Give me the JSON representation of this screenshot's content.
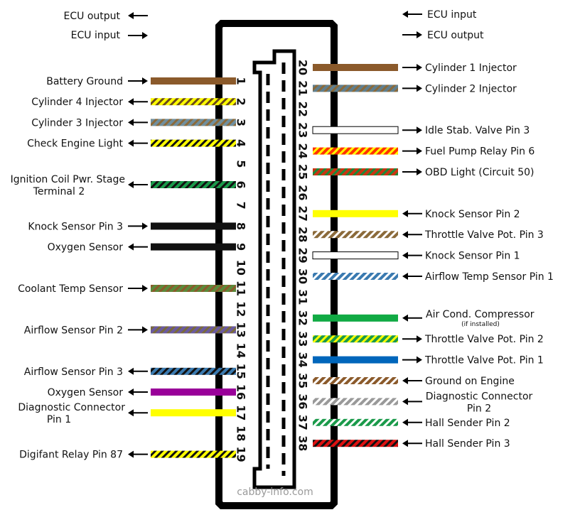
{
  "legend": {
    "left_output": "ECU output",
    "left_input": "ECU input",
    "right_input": "ECU input",
    "right_output": "ECU output"
  },
  "watermark": "cabby-info.com",
  "colors": {
    "brown": "#8b5a2b",
    "black": "#111111",
    "yellow": "#ffff00",
    "grayblue": "#5f7f8f",
    "green": "#1a9a4a",
    "olive_green": "#5a8a3a",
    "purple": "#990099",
    "blue": "#0066bb",
    "red": "#dd1111",
    "orange": "#ff6600",
    "tan": "#8b6a3a",
    "white": "#ffffff",
    "gray": "#999999"
  },
  "left_pins": [
    {
      "pin": "1",
      "label": "Battery Ground",
      "dir": "in",
      "color": "#8b5a2b",
      "stripe": null
    },
    {
      "pin": "2",
      "label": "Cylinder 4 Injector",
      "dir": "out",
      "color": "#ffff00",
      "stripe": "#6b4a1a"
    },
    {
      "pin": "3",
      "label": "Cylinder 3 Injector",
      "dir": "out",
      "color": "#6f8f9f",
      "stripe": "#8b6a3a"
    },
    {
      "pin": "4",
      "label": "Check Engine Light",
      "dir": "out",
      "color": "#ffff00",
      "stripe": "#111111"
    },
    {
      "pin": "6",
      "label": "Ignition Coil Pwr. Stage",
      "label2": "Terminal 2",
      "dir": "out",
      "color": "#1a9a4a",
      "stripe": "#111111"
    },
    {
      "pin": "8",
      "label": "Knock Sensor Pin 3",
      "dir": "in",
      "color": "#111111",
      "stripe": null
    },
    {
      "pin": "9",
      "label": "Oxygen Sensor",
      "dir": "out",
      "color": "#111111",
      "stripe": null
    },
    {
      "pin": "11",
      "label": "Coolant Temp Sensor",
      "dir": "in",
      "color": "#5a8a3a",
      "stripe": "#8b5a2b"
    },
    {
      "pin": "13",
      "label": "Airflow Sensor Pin 2",
      "dir": "in",
      "color": "#6a5aa0",
      "stripe": "#7a6a3a"
    },
    {
      "pin": "15",
      "label": "Airflow Sensor Pin 3",
      "dir": "out",
      "color": "#3a7ab0",
      "stripe": "#111111"
    },
    {
      "pin": "16",
      "label": "Oxygen Sensor",
      "dir": "out",
      "color": "#990099",
      "stripe": null
    },
    {
      "pin": "17",
      "label": "Diagnostic Connector",
      "label2": "Pin 1",
      "dir": "out",
      "color": "#ffff00",
      "stripe": null
    },
    {
      "pin": "19",
      "label": "Digifant Relay Pin 87",
      "dir": "out",
      "color": "#ffff00",
      "stripe": "#111111"
    }
  ],
  "left_numbers": [
    "1",
    "2",
    "3",
    "4",
    "5",
    "6",
    "7",
    "8",
    "9",
    "10",
    "11",
    "12",
    "13",
    "14",
    "15",
    "16",
    "17",
    "18",
    "19"
  ],
  "right_numbers": [
    "20",
    "21",
    "22",
    "23",
    "24",
    "25",
    "26",
    "27",
    "28",
    "29",
    "30",
    "31",
    "32",
    "33",
    "34",
    "35",
    "36",
    "37",
    "38"
  ],
  "right_pins": [
    {
      "pin": "20",
      "label": "Cylinder 1 Injector",
      "dir": "out",
      "color": "#8b5a2b",
      "stripe": null
    },
    {
      "pin": "21",
      "label": "Cylinder 2 Injector",
      "dir": "out",
      "color": "#5f7f8f",
      "stripe": "#8b6a3a"
    },
    {
      "pin": "23",
      "label": "Idle Stab. Valve Pin 3",
      "dir": "out",
      "color": "#ffffff",
      "stripe": null
    },
    {
      "pin": "24",
      "label": "Fuel Pump Relay Pin 6",
      "dir": "out",
      "color": "#ff3300",
      "stripe": "#ffff00"
    },
    {
      "pin": "25",
      "label": "OBD Light (Circuit 50)",
      "dir": "out",
      "color": "#cc3311",
      "stripe": "#1a8a3a"
    },
    {
      "pin": "27",
      "label": "Knock Sensor Pin 2",
      "dir": "in",
      "color": "#ffff00",
      "stripe": null
    },
    {
      "pin": "28",
      "label": "Throttle Valve Pot. Pin 3",
      "dir": "in",
      "color": "#8b6a3a",
      "stripe": "#ffffff"
    },
    {
      "pin": "29",
      "label": "Knock Sensor Pin 1",
      "dir": "in",
      "color": "#ffffff",
      "stripe": null
    },
    {
      "pin": "30",
      "label": "Airflow Temp Sensor Pin 1",
      "dir": "in",
      "color": "#3a7ab0",
      "stripe": "#ffffff"
    },
    {
      "pin": "32",
      "label": "Air Cond. Compressor",
      "label2": "(if installed)",
      "dir": "in",
      "color": "#11aa44",
      "stripe": null
    },
    {
      "pin": "33",
      "label": "Throttle Valve Pot. Pin 2",
      "dir": "out",
      "color": "#1a9a4a",
      "stripe": "#ffff00"
    },
    {
      "pin": "34",
      "label": "Throttle Valve Pot. Pin 1",
      "dir": "out",
      "color": "#0066bb",
      "stripe": null
    },
    {
      "pin": "35",
      "label": "Ground on Engine",
      "dir": "in",
      "color": "#8b5a2b",
      "stripe": "#ffffff"
    },
    {
      "pin": "36",
      "label": "Diagnostic Connector",
      "label2": "Pin 2",
      "dir": "in",
      "color": "#999999",
      "stripe": "#ffffff"
    },
    {
      "pin": "37",
      "label": "Hall Sender Pin 2",
      "dir": "in",
      "color": "#1a9a4a",
      "stripe": "#ffffff"
    },
    {
      "pin": "38",
      "label": "Hall Sender Pin 3",
      "dir": "in",
      "color": "#dd1111",
      "stripe": "#111111"
    }
  ]
}
